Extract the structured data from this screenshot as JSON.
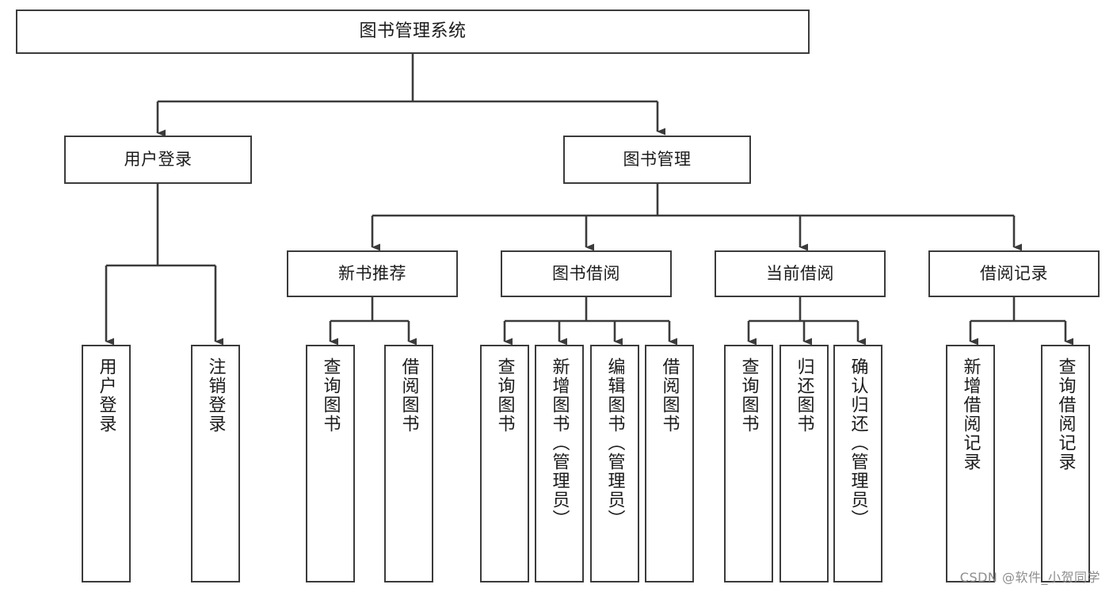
{
  "diagram": {
    "title": "图书管理系统",
    "watermark": "CSDN @软件_小贺同学",
    "line_color": "#3b3b3b",
    "text_color": "#1b1b1b",
    "background": "#ffffff",
    "nodes": {
      "root": "图书管理系统",
      "level1": {
        "user_login": "用户登录",
        "book_manage": "图书管理"
      },
      "level2": {
        "new_book_recommend": "新书推荐",
        "book_borrow": "图书借阅",
        "current_borrow": "当前借阅",
        "borrow_record": "借阅记录"
      },
      "leaves": {
        "user_login_leaf": "用户登录",
        "logout_leaf": "注销登录",
        "rec_query_book": "查询图书",
        "rec_borrow_book": "借阅图书",
        "borrow_query_book": "查询图书",
        "borrow_add_book": "新增图书（管理员）",
        "borrow_edit_book": "编辑图书（管理员）",
        "borrow_borrow_book": "借阅图书",
        "current_query_book": "查询图书",
        "current_return_book": "归还图书",
        "current_confirm_return": "确认归还（管理员）",
        "record_add": "新增借阅记录",
        "record_query": "查询借阅记录"
      }
    }
  }
}
